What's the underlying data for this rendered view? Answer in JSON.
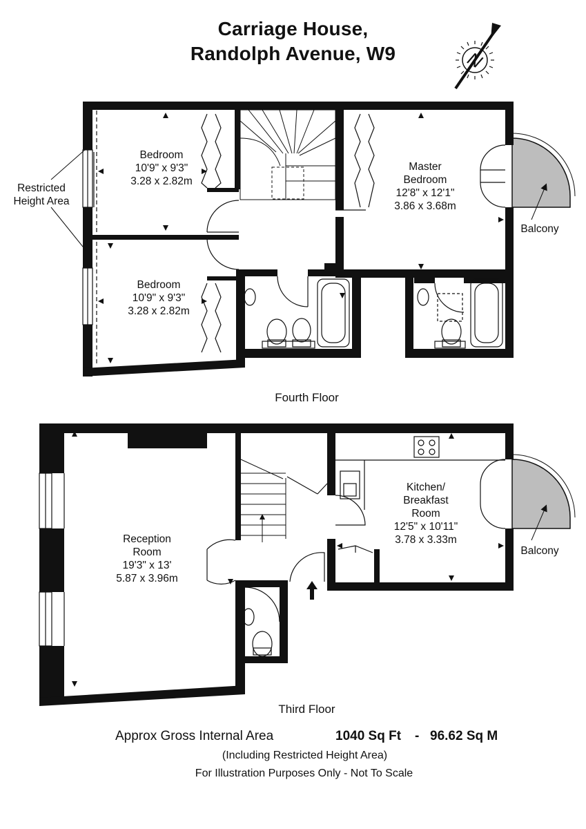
{
  "title": {
    "line1": "Carriage House,",
    "line2": "Randolph Avenue, W9"
  },
  "compass": {
    "letter": "N",
    "icon": "north-arrow-compass-icon"
  },
  "fourth_floor": {
    "label": "Fourth Floor",
    "rooms": [
      {
        "name": "Bedroom",
        "imperial": "10'9\" x 9'3\"",
        "metric": "3.28 x 2.82m"
      },
      {
        "name": "Master",
        "name2": "Bedroom",
        "imperial": "12'8\" x 12'1\"",
        "metric": "3.86 x 3.68m"
      },
      {
        "name": "Bedroom",
        "imperial": "10'9\" x 9'3\"",
        "metric": "3.28 x 2.82m"
      }
    ],
    "annotations": {
      "restricted_1": "Restricted",
      "restricted_2": "Height Area",
      "balcony": "Balcony"
    }
  },
  "third_floor": {
    "label": "Third Floor",
    "rooms": [
      {
        "name": "Reception",
        "name2": "Room",
        "imperial": "19'3\" x 13'",
        "metric": "5.87 x 3.96m"
      },
      {
        "name": "Kitchen/",
        "name2": "Breakfast",
        "name3": "Room",
        "imperial": "12'5\" x 10'11\"",
        "metric": "3.78 x 3.33m"
      }
    ],
    "annotations": {
      "balcony": "Balcony"
    }
  },
  "area": {
    "label": "Approx Gross Internal Area",
    "sqft": "1040 Sq Ft",
    "separator": "-",
    "sqm": "96.62 Sq M",
    "note": "(Including Restricted Height Area)",
    "disclaimer": "For Illustration Purposes Only - Not To Scale"
  },
  "colors": {
    "wall": "#111111",
    "balcony_fill": "#bdbdbd",
    "background": "#ffffff"
  }
}
